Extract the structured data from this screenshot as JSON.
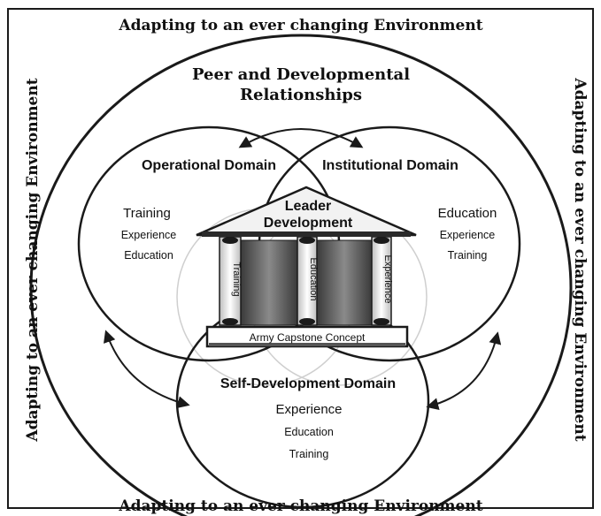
{
  "environment": {
    "top": "Adapting to an ever changing Environment",
    "bottom": "Adapting to an ever changing Environment",
    "left": "Adapting to an ever changing Environment",
    "right": "Adapting to an ever changing Environment"
  },
  "peer": {
    "line1": "Peer and Developmental",
    "line2": "Relationships"
  },
  "operational": {
    "title": "Operational Domain",
    "items": [
      "Training",
      "Experience",
      "Education"
    ]
  },
  "institutional": {
    "title": "Institutional Domain",
    "items": [
      "Education",
      "Experience",
      "Training"
    ]
  },
  "self_development": {
    "title": "Self-Development Domain",
    "items": [
      "Experience",
      "Education",
      "Training"
    ]
  },
  "temple": {
    "roof_line1": "Leader",
    "roof_line2": "Development",
    "pillars": [
      "Training",
      "Education",
      "Experience"
    ],
    "base": "Army Capstone Concept"
  },
  "colors": {
    "line": "#1a1a1a",
    "pillar_fill": "#ececec",
    "gap_fill": "#6e6e6e",
    "roof_fill": "#f2f2f2"
  }
}
